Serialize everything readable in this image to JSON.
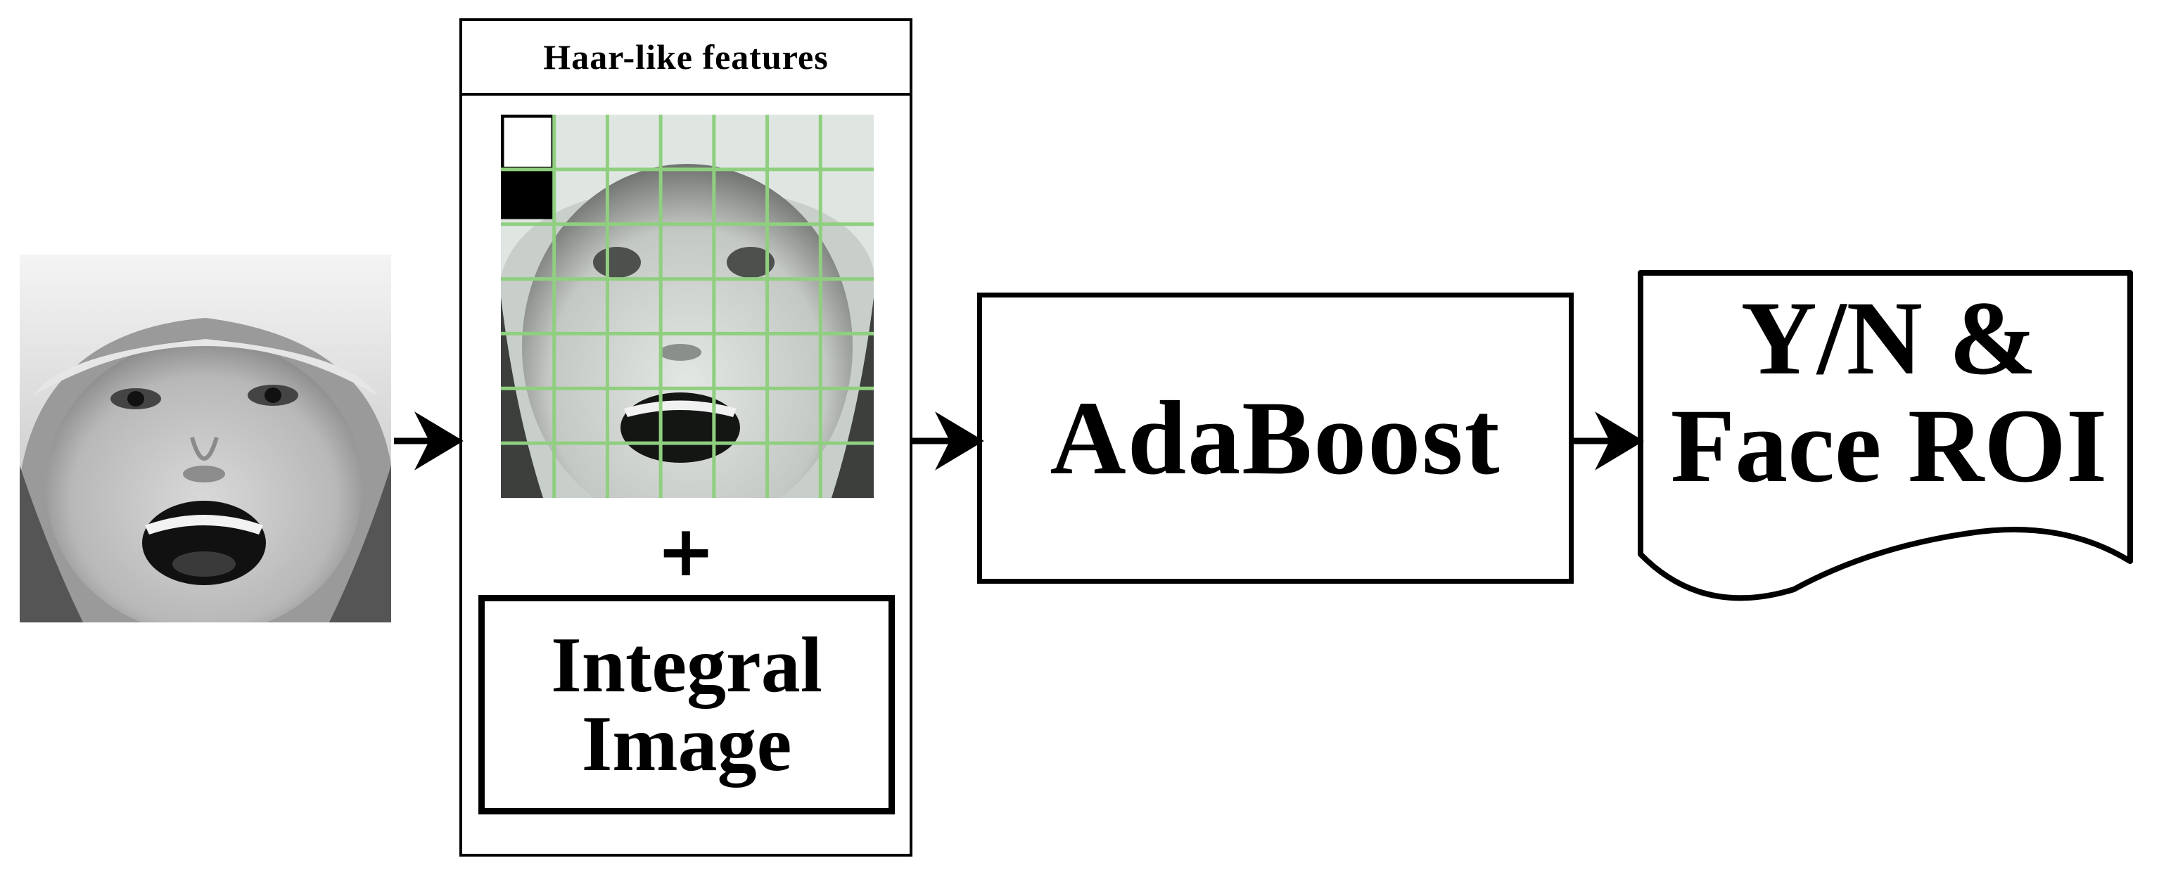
{
  "diagram": {
    "haar_title": "Haar-like features",
    "plus": "+",
    "integral_line1": "Integral",
    "integral_line2": "Image",
    "adaboost": "AdaBoost",
    "output_line1": "Y/N &",
    "output_line2": "Face ROI"
  },
  "colors": {
    "grid_lines": "#8fcf7f",
    "stroke": "#000000",
    "background": "#ffffff"
  }
}
